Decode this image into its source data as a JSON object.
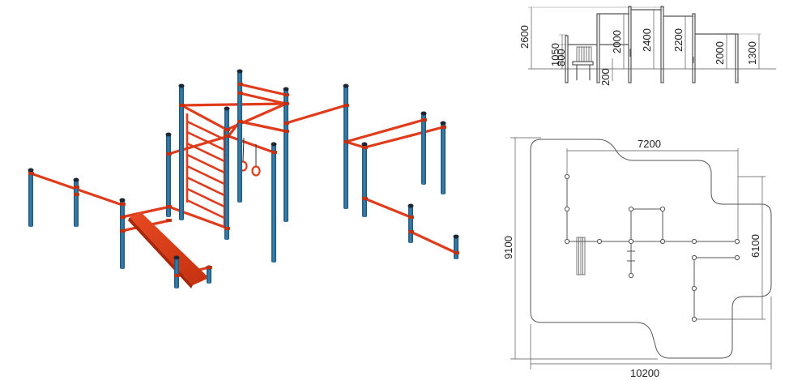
{
  "colors": {
    "post": "#2f6f98",
    "post_dark": "#1e4f70",
    "post_cap": "#1b2833",
    "bar": "#e03c1c",
    "bar_dark": "#b52a10",
    "drawing_line": "#555555"
  },
  "elevation": {
    "dims": {
      "d2600": "2600",
      "d1050": "1050",
      "d800": "800",
      "d200": "200",
      "d2000a": "2000",
      "d2400": "2400",
      "d2200": "2200",
      "d2000b": "2000",
      "d1300": "1300"
    }
  },
  "plan": {
    "dims": {
      "width_top": "7200",
      "height_right": "6100",
      "height_left": "9100",
      "width_bottom": "10200"
    }
  }
}
